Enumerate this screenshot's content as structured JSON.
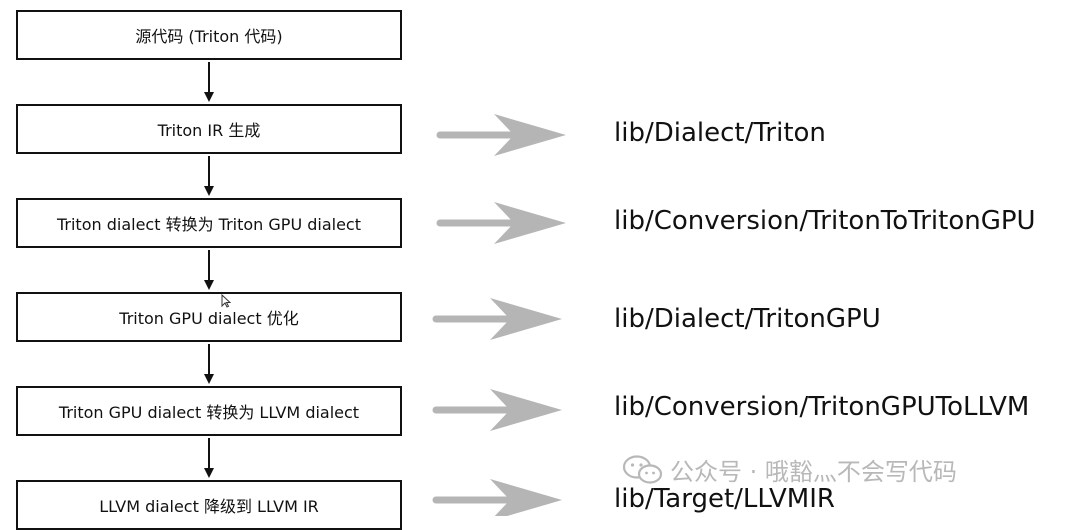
{
  "stages": [
    {
      "label": "源代码 (Triton 代码)",
      "target": ""
    },
    {
      "label": "Triton IR 生成",
      "target": "lib/Dialect/Triton"
    },
    {
      "label": "Triton dialect 转换为 Triton GPU dialect",
      "target": "lib/Conversion/TritonToTritonGPU"
    },
    {
      "label": "Triton GPU dialect 优化",
      "target": "lib/Dialect/TritonGPU"
    },
    {
      "label": "Triton GPU dialect 转换为 LLVM dialect",
      "target": "lib/Conversion/TritonGPUToLLVM"
    },
    {
      "label": "LLVM dialect 降级到 LLVM IR",
      "target": "lib/Target/LLVMIR"
    }
  ],
  "watermark": {
    "text": "公众号 · 哦豁灬不会写代码",
    "icon": "wechat-icon"
  },
  "colors": {
    "box_border": "#111111",
    "arrow_down": "#111111",
    "arrow_right": "#b5b5b5",
    "watermark": "#b8b8b8"
  }
}
